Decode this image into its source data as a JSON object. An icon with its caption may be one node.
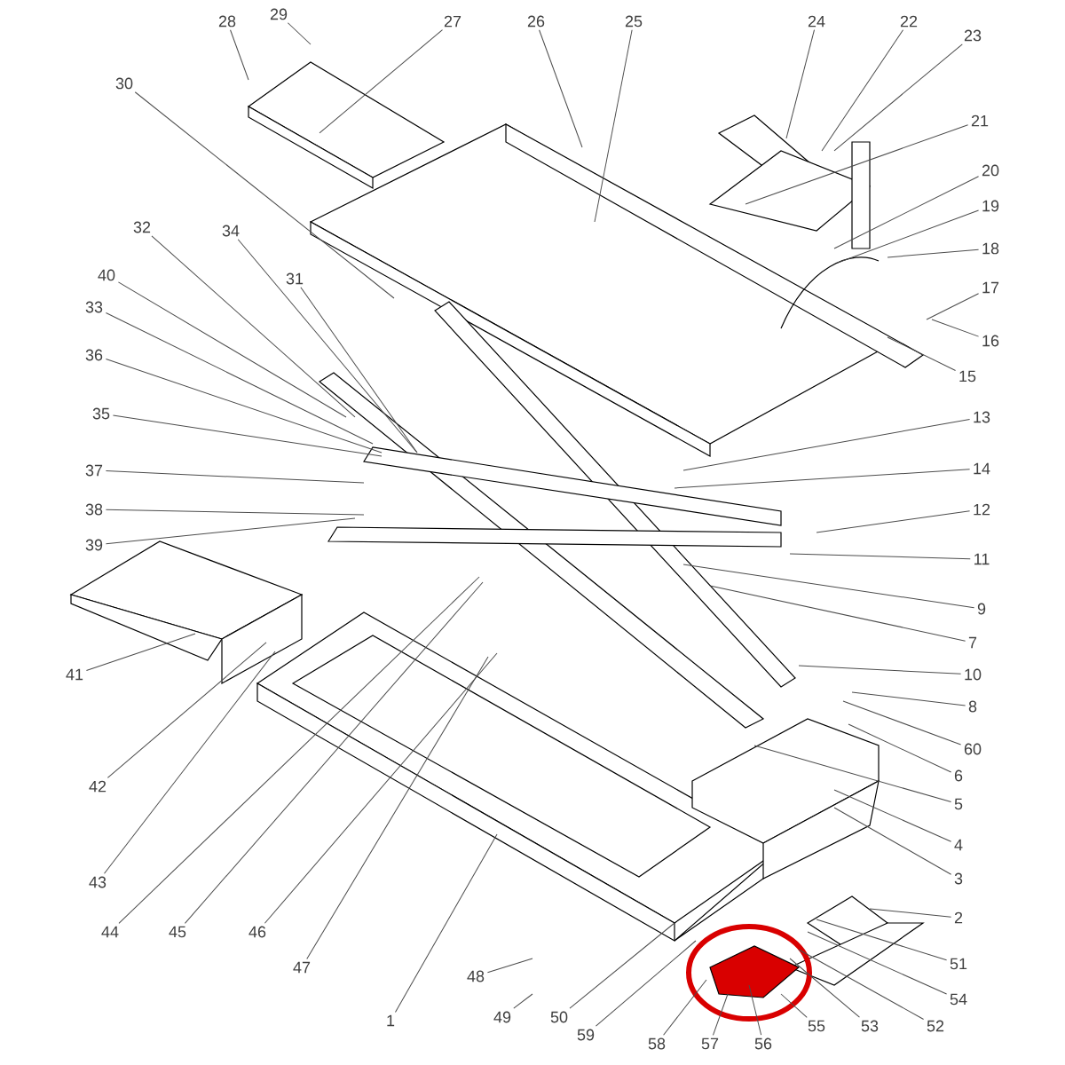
{
  "diagram": {
    "nodes": [
      {
        "text": [
          "28"
        ]
      },
      {
        "text": [
          "29"
        ]
      },
      {
        "text": [
          "27"
        ]
      },
      {
        "text": [
          "26"
        ]
      },
      {
        "text": [
          "25"
        ]
      },
      {
        "text": [
          "24"
        ]
      },
      {
        "text": [
          "22"
        ]
      },
      {
        "text": [
          "23"
        ]
      },
      {
        "text": [
          "30"
        ]
      },
      {
        "text": [
          "21"
        ]
      },
      {
        "text": [
          "20"
        ]
      },
      {
        "text": [
          "19"
        ]
      },
      {
        "text": [
          "18"
        ]
      },
      {
        "text": [
          "17"
        ]
      },
      {
        "text": [
          "16"
        ]
      },
      {
        "text": [
          "32"
        ]
      },
      {
        "text": [
          "34"
        ]
      },
      {
        "text": [
          "31"
        ]
      },
      {
        "text": [
          "40"
        ]
      },
      {
        "text": [
          "33"
        ]
      },
      {
        "text": [
          "15"
        ]
      },
      {
        "text": [
          "36"
        ]
      },
      {
        "text": [
          "35"
        ]
      },
      {
        "text": [
          "13"
        ]
      },
      {
        "text": [
          "37"
        ]
      },
      {
        "text": [
          "14"
        ]
      },
      {
        "text": [
          "38"
        ]
      },
      {
        "text": [
          "12"
        ]
      },
      {
        "text": [
          "39"
        ]
      },
      {
        "text": [
          "11"
        ]
      },
      {
        "text": [
          "9"
        ]
      },
      {
        "text": [
          "41"
        ]
      },
      {
        "text": [
          "7"
        ]
      },
      {
        "text": [
          "10"
        ]
      },
      {
        "text": [
          "8"
        ]
      },
      {
        "text": [
          "60"
        ]
      },
      {
        "text": [
          "6"
        ]
      },
      {
        "text": [
          "42"
        ]
      },
      {
        "text": [
          "5"
        ]
      },
      {
        "text": [
          "4"
        ]
      },
      {
        "text": [
          "3"
        ]
      },
      {
        "text": [
          "43"
        ]
      },
      {
        "text": [
          "2"
        ]
      },
      {
        "text": [
          "44"
        ]
      },
      {
        "text": [
          "45"
        ]
      },
      {
        "text": [
          "46"
        ]
      },
      {
        "text": [
          "47"
        ]
      },
      {
        "text": [
          "51"
        ]
      },
      {
        "text": [
          "48"
        ]
      },
      {
        "text": [
          "1"
        ]
      },
      {
        "text": [
          "54"
        ]
      },
      {
        "text": [
          "49"
        ]
      },
      {
        "text": [
          "50"
        ]
      },
      {
        "text": [
          "59"
        ]
      },
      {
        "text": [
          "52"
        ]
      },
      {
        "text": [
          "53"
        ]
      },
      {
        "text": [
          "55"
        ]
      },
      {
        "text": [
          "56"
        ]
      },
      {
        "text": [
          "57"
        ]
      },
      {
        "text": [
          "58"
        ]
      }
    ],
    "edges": [
      {
        "from": 0,
        "to": null,
        "arrow": "none"
      },
      {
        "from": 1,
        "to": null,
        "arrow": "none"
      },
      {
        "from": 2,
        "to": null,
        "arrow": "none"
      },
      {
        "from": 3,
        "to": null,
        "arrow": "none"
      },
      {
        "from": 4,
        "to": null,
        "arrow": "none"
      },
      {
        "from": 5,
        "to": null,
        "arrow": "none"
      },
      {
        "from": 6,
        "to": null,
        "arrow": "none"
      },
      {
        "from": 7,
        "to": null,
        "arrow": "none"
      },
      {
        "from": 8,
        "to": null,
        "arrow": "none"
      },
      {
        "from": 9,
        "to": null,
        "arrow": "none"
      },
      {
        "from": 10,
        "to": null,
        "arrow": "none"
      },
      {
        "from": 11,
        "to": null,
        "arrow": "none"
      },
      {
        "from": 12,
        "to": null,
        "arrow": "none"
      },
      {
        "from": 13,
        "to": null,
        "arrow": "none"
      },
      {
        "from": 14,
        "to": null,
        "arrow": "none"
      },
      {
        "from": 15,
        "to": null,
        "arrow": "none"
      },
      {
        "from": 16,
        "to": null,
        "arrow": "none"
      },
      {
        "from": 17,
        "to": null,
        "arrow": "none"
      },
      {
        "from": 18,
        "to": null,
        "arrow": "none"
      },
      {
        "from": 19,
        "to": null,
        "arrow": "none"
      },
      {
        "from": 20,
        "to": null,
        "arrow": "none"
      },
      {
        "from": 21,
        "to": null,
        "arrow": "none"
      },
      {
        "from": 22,
        "to": null,
        "arrow": "none"
      },
      {
        "from": 23,
        "to": null,
        "arrow": "none"
      },
      {
        "from": 24,
        "to": null,
        "arrow": "none"
      },
      {
        "from": 25,
        "to": null,
        "arrow": "none"
      },
      {
        "from": 26,
        "to": null,
        "arrow": "none"
      },
      {
        "from": 27,
        "to": null,
        "arrow": "none"
      },
      {
        "from": 28,
        "to": null,
        "arrow": "none"
      },
      {
        "from": 29,
        "to": null,
        "arrow": "none"
      },
      {
        "from": 30,
        "to": null,
        "arrow": "none"
      },
      {
        "from": 31,
        "to": null,
        "arrow": "none"
      },
      {
        "from": 32,
        "to": null,
        "arrow": "none"
      },
      {
        "from": 33,
        "to": null,
        "arrow": "none"
      },
      {
        "from": 34,
        "to": null,
        "arrow": "none"
      },
      {
        "from": 35,
        "to": null,
        "arrow": "none"
      },
      {
        "from": 36,
        "to": null,
        "arrow": "none"
      },
      {
        "from": 37,
        "to": null,
        "arrow": "none"
      },
      {
        "from": 38,
        "to": null,
        "arrow": "none"
      },
      {
        "from": 39,
        "to": null,
        "arrow": "none"
      },
      {
        "from": 40,
        "to": null,
        "arrow": "none"
      },
      {
        "from": 41,
        "to": null,
        "arrow": "none"
      },
      {
        "from": 42,
        "to": null,
        "arrow": "none"
      },
      {
        "from": 43,
        "to": null,
        "arrow": "none"
      },
      {
        "from": 44,
        "to": null,
        "arrow": "none"
      },
      {
        "from": 45,
        "to": null,
        "arrow": "none"
      },
      {
        "from": 46,
        "to": null,
        "arrow": "none"
      },
      {
        "from": 47,
        "to": null,
        "arrow": "none"
      },
      {
        "from": 48,
        "to": null,
        "arrow": "none"
      },
      {
        "from": 49,
        "to": null,
        "arrow": "none"
      },
      {
        "from": 50,
        "to": null,
        "arrow": "none"
      },
      {
        "from": 51,
        "to": null,
        "arrow": "none"
      },
      {
        "from": 52,
        "to": null,
        "arrow": "none"
      },
      {
        "from": 53,
        "to": null,
        "arrow": "none"
      },
      {
        "from": 54,
        "to": null,
        "arrow": "none"
      },
      {
        "from": 55,
        "to": null,
        "arrow": "none"
      },
      {
        "from": 56,
        "to": null,
        "arrow": "none"
      },
      {
        "from": 57,
        "to": null,
        "arrow": "none"
      },
      {
        "from": 58,
        "to": null,
        "arrow": "none"
      },
      {
        "from": 59,
        "to": null,
        "arrow": "none"
      }
    ]
  }
}
